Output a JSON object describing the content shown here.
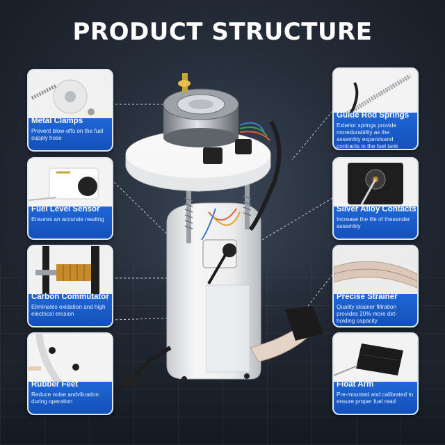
{
  "title": "PRODUCT STRUCTURE",
  "features": {
    "metal_clamps": {
      "label": "Metal Clamps",
      "desc": "Prevent blow-offs on the fuel supply hose"
    },
    "fuel_level_sensor": {
      "label": "Fuel Level Sensor",
      "desc": "Ensures an accurate reading"
    },
    "carbon_commutator": {
      "label": "Carbon Commutator",
      "desc": "Eliminates oxidation and high electrical erosion"
    },
    "rubber_feet": {
      "label": "Rubber Feet",
      "desc": "Reduce noise andvibration during operation"
    },
    "guide_rod_springs": {
      "label": "Guide Rod Springs",
      "desc": "Exterior springs provide moredurability as the assembly expandsand contracts in the fuel tank"
    },
    "silver_alloy_contacts": {
      "label": "Silver Alloy Contacts",
      "desc": "Increase the life of thesender assembly"
    },
    "precise_strainer": {
      "label": "Precise Strainer",
      "desc": "Quality strainer filtration provides 20% more dirt-holding capacity"
    },
    "float_arm": {
      "label": "Float Arm",
      "desc": "Pre-mounted and calibrated to ensure proper fuel read"
    }
  },
  "colors": {
    "band_blue": "#1450b8",
    "background": "#252d39"
  }
}
